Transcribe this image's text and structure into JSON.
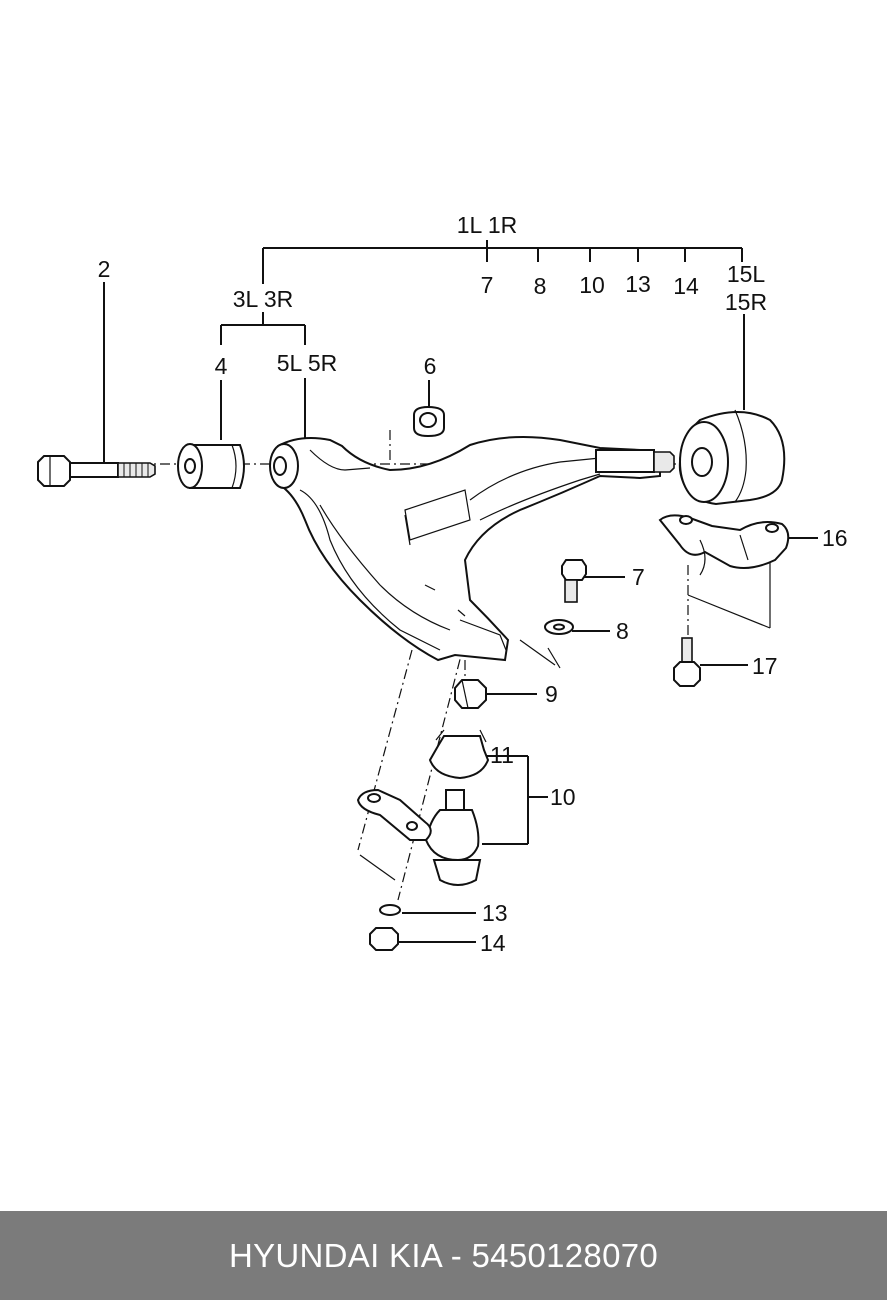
{
  "callouts": {
    "c1": "1L 1R",
    "c2": "2",
    "c3": "3L 3R",
    "c4": "4",
    "c5": "5L 5R",
    "c6": "6",
    "c7a": "7",
    "c8a": "8",
    "c10a": "10",
    "c13a": "13",
    "c14a": "14",
    "c15a": "15L",
    "c15b": "15R",
    "c16": "16",
    "c7b": "7",
    "c8b": "8",
    "c9": "9",
    "c11": "11",
    "c10b": "10",
    "c13b": "13",
    "c14b": "14",
    "c17": "17"
  },
  "footer": {
    "caption": "HYUNDAI KIA - 5450128070"
  }
}
